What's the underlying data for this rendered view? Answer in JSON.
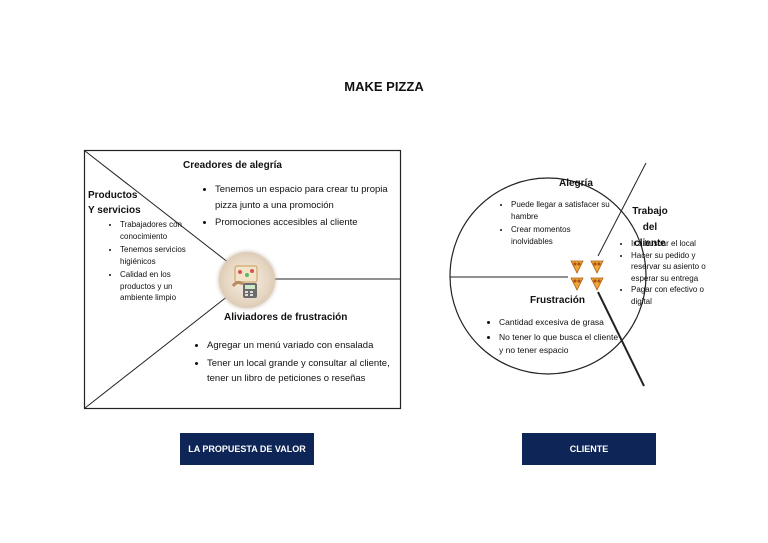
{
  "title": "MAKE PIZZA",
  "value_proposition": {
    "products": {
      "heading_line1": "Productos",
      "heading_line2": "Y servicios",
      "items": [
        "Trabajadores con conocimiento",
        "Tenemos servicios higiénicos",
        "Calidad en los productos y un ambiente limpio"
      ]
    },
    "gain_creators": {
      "heading": "Creadores de alegría",
      "items": [
        "Tenemos un espacio para crear tu propia pizza junto a una promoción",
        "Promociones accesibles al cliente"
      ]
    },
    "pain_relievers": {
      "heading": "Aliviadores de frustración",
      "items": [
        "Agregar un menú variado con ensalada",
        "Tener un local grande y consultar al cliente, tener un libro de peticiones o reseñas"
      ]
    },
    "label": "LA PROPUESTA DE VALOR"
  },
  "customer": {
    "gains": {
      "heading": "Alegría",
      "items": [
        "Puede llegar a satisfacer su hambre",
        "Crear momentos inolvidables"
      ]
    },
    "jobs": {
      "heading_line1": "Trabajo",
      "heading_line2": "del cliente",
      "items": [
        "Ir a buscar el local",
        "Hacer su pedido y reservar su asiento o esperar su entrega",
        "Pagar con efectivo o digital"
      ]
    },
    "pains": {
      "heading": "Frustración",
      "items": [
        "Cantidad excesiva de grasa",
        "No tener lo que busca el cliente y no tener espacio"
      ]
    },
    "label": "CLIENTE"
  },
  "colors": {
    "badge_bg": "#0e2557",
    "line": "#222222"
  }
}
